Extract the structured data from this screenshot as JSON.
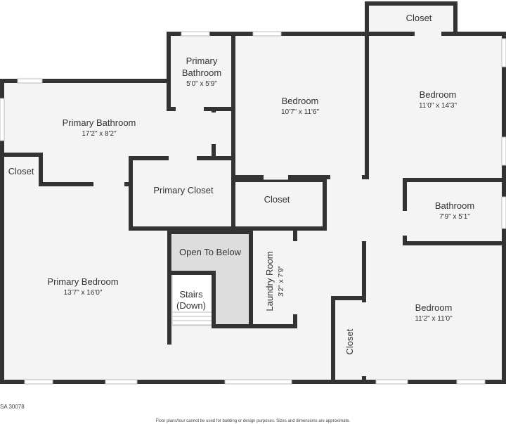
{
  "rooms": {
    "closet_top": {
      "name": "Closet"
    },
    "primary_bath_small": {
      "name_line1": "Primary",
      "name_line2": "Bathroom",
      "dim": "5'0\" x 5'9\""
    },
    "bedroom_center": {
      "name": "Bedroom",
      "dim": "10'7\" x 11'6\""
    },
    "bedroom_right_top": {
      "name": "Bedroom",
      "dim": "11'0\" x 14'3\""
    },
    "primary_bathroom": {
      "name": "Primary Bathroom",
      "dim": "17'2\" x 8'2\""
    },
    "closet_left": {
      "name": "Closet"
    },
    "primary_closet": {
      "name": "Primary Closet"
    },
    "closet_mid": {
      "name": "Closet"
    },
    "bathroom": {
      "name": "Bathroom",
      "dim": "7'9\" x 5'1\""
    },
    "open_to_below": {
      "name": "Open To Below"
    },
    "laundry_room": {
      "name": "Laundry Room",
      "dim": "3'2\" x 7'9\""
    },
    "stairs": {
      "name_line1": "Stairs",
      "name_line2": "(Down)"
    },
    "primary_bedroom": {
      "name": "Primary Bedroom",
      "dim": "13'7\" x 16'0\""
    },
    "bedroom_right_bottom": {
      "name": "Bedroom",
      "dim": "11'2\" x 11'0\""
    },
    "closet_bottom": {
      "name": "Closet"
    }
  },
  "footer": {
    "code": "SA 30078",
    "disclaimer": "Floor plans/tour cannot be used for building or design purposes. Sizes and dimensions are approximate."
  },
  "colors": {
    "wall": "#333333",
    "floor": "#f4f4f4",
    "open_area": "#dddddd",
    "text": "#333333"
  }
}
